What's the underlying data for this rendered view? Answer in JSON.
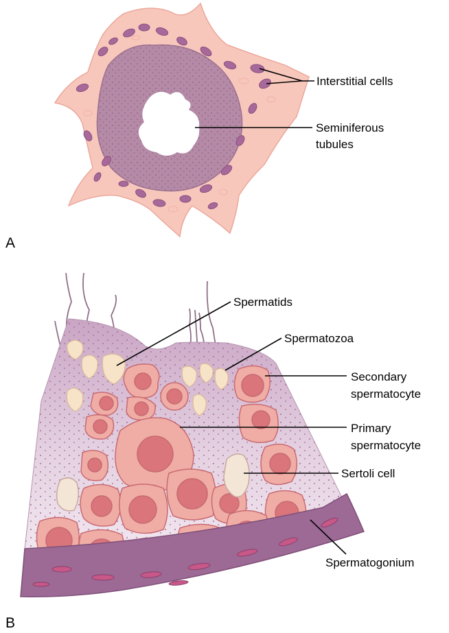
{
  "panel_a": {
    "letter": "A",
    "labels": {
      "interstitial": "Interstitial cells",
      "seminiferous_line1": "Seminiferous",
      "seminiferous_line2": "tubules"
    }
  },
  "panel_b": {
    "letter": "B",
    "labels": {
      "spermatids": "Spermatids",
      "spermatozoa": "Spermatozoa",
      "secondary_line1": "Secondary",
      "secondary_line2": "spermatocyte",
      "primary_line1": "Primary",
      "primary_line2": "spermatocyte",
      "sertoli": "Sertoli cell",
      "spermatogonium": "Spermatogonium"
    }
  },
  "colors": {
    "connective_tissue": "#f8c7bc",
    "tubule_wall": "#b48aa6",
    "nucleus": "#a7699a",
    "cell_fill": "#efada5",
    "cell_nucleus": "#d9757b",
    "epithelium": "#d8bcd3",
    "basement": "#9c6a94",
    "sperm_head": "#f6e3c8"
  }
}
